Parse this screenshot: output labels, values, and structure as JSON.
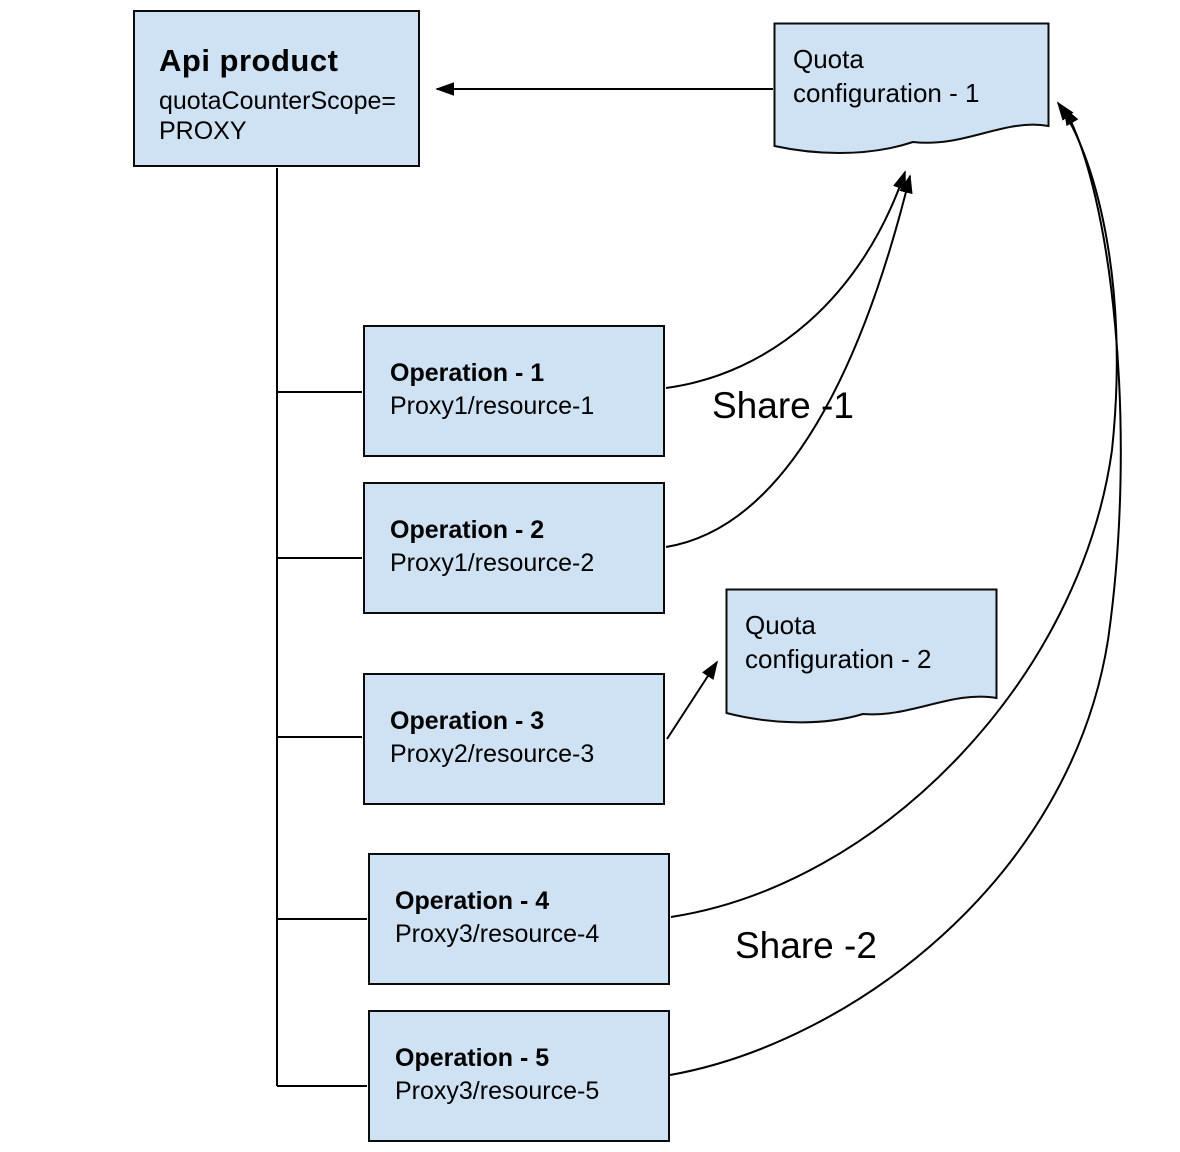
{
  "api_product": {
    "title": "Api product",
    "scope_line1": "quotaCounterScope=",
    "scope_line2": "PROXY"
  },
  "quota_config_1": {
    "line1": "Quota",
    "line2": "configuration - 1"
  },
  "quota_config_2": {
    "line1": "Quota",
    "line2": "configuration - 2"
  },
  "operations": [
    {
      "title": "Operation - 1",
      "resource": "Proxy1/resource-1"
    },
    {
      "title": "Operation - 2",
      "resource": "Proxy1/resource-2"
    },
    {
      "title": "Operation - 3",
      "resource": "Proxy2/resource-3"
    },
    {
      "title": "Operation - 4",
      "resource": "Proxy3/resource-4"
    },
    {
      "title": "Operation - 5",
      "resource": "Proxy3/resource-5"
    }
  ],
  "share_labels": {
    "share_1": "Share -1",
    "share_2": "Share -2"
  },
  "colors": {
    "shape_fill": "#cfe2f3",
    "shape_border": "#0b0b0b",
    "connector": "#000000",
    "background": "#ffffff",
    "text": "#000000"
  }
}
